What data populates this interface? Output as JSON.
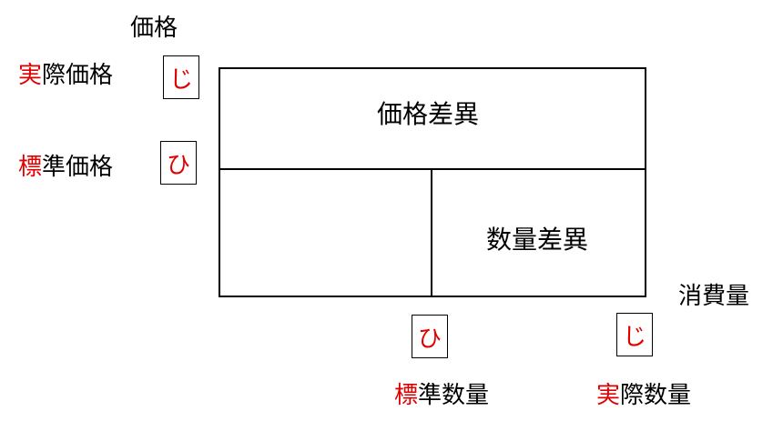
{
  "axes": {
    "y_label": "価格",
    "x_label": "消費量"
  },
  "price_labels": {
    "actual": {
      "highlight": "実",
      "rest": "際価格",
      "marker": "じ"
    },
    "standard": {
      "highlight": "標",
      "rest": "準価格",
      "marker": "ひ"
    }
  },
  "quantity_labels": {
    "standard": {
      "highlight": "標",
      "rest": "準数量",
      "marker": "ひ"
    },
    "actual": {
      "highlight": "実",
      "rest": "際数量",
      "marker": "じ"
    }
  },
  "areas": {
    "price_variance": "価格差異",
    "quantity_variance": "数量差異"
  },
  "colors": {
    "highlight": "#e00000",
    "lines": "#000000"
  }
}
